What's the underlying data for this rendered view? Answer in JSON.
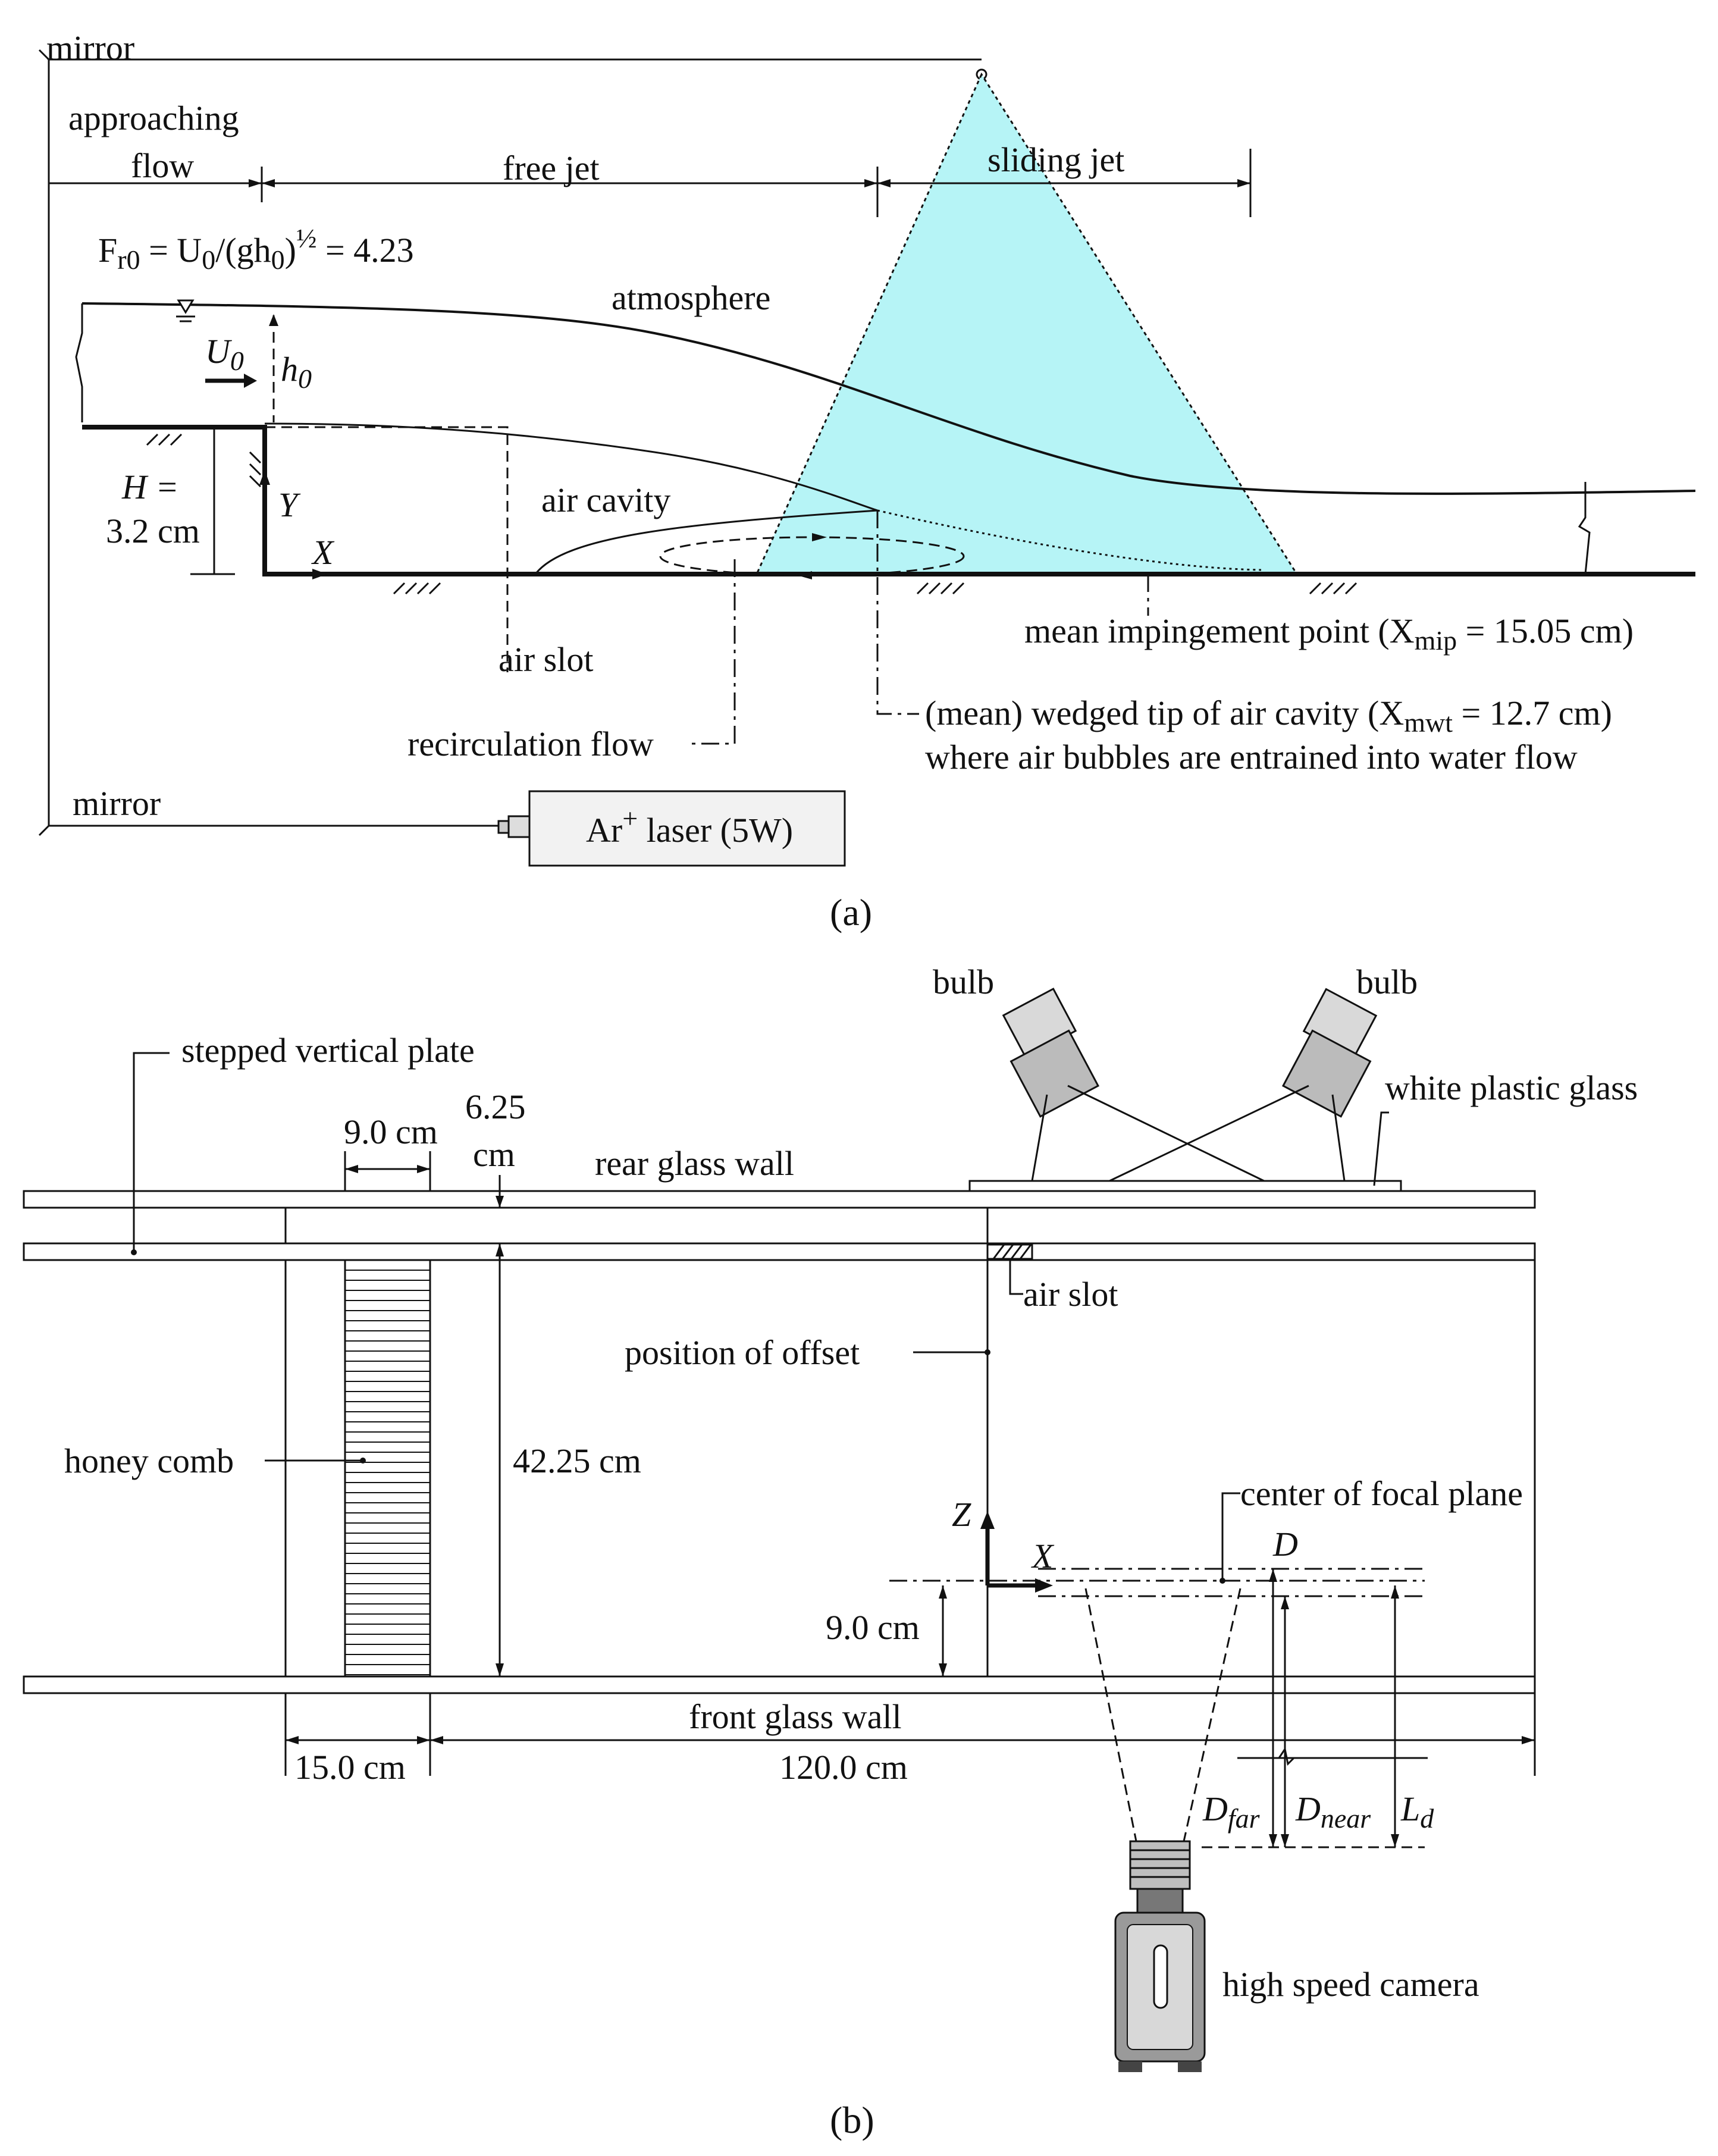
{
  "panel_a": {
    "caption": "(a)",
    "mirror_top": "mirror",
    "mirror_bottom": "mirror",
    "approaching_flow_1": "approaching",
    "approaching_flow_2": "flow",
    "free_jet": "free jet",
    "sliding_jet": "sliding jet",
    "froude": "F",
    "froude_sub": "r0",
    "froude_rest": " = U",
    "froude_u_sub": "0",
    "froude_frac": "/(gh",
    "froude_h_sub": "0",
    "froude_close": ")",
    "froude_exp": "½",
    "froude_value": " = 4.23",
    "atmosphere": "atmosphere",
    "u0": "U",
    "u0_sub": "0",
    "h0": "h",
    "h0_sub": "0",
    "H_label_1": "H =",
    "H_label_2": "3.2 cm",
    "Y_axis": "Y",
    "X_axis": "X",
    "air_cavity": "air cavity",
    "air_slot": "air slot",
    "recirculation": "recirculation flow",
    "impingement": "mean impingement point (X",
    "impingement_sub": "mip",
    "impingement_val": " = 15.05 cm)",
    "wedge_1": "(mean) wedged tip of air cavity (X",
    "wedge_sub": "mwt",
    "wedge_val": " = 12.7 cm)",
    "wedge_2": "where air bubbles are entrained into water flow",
    "laser": "Ar",
    "laser_sup": "+",
    "laser_rest": " laser (5W)",
    "colors": {
      "laser_sheet": "#b6f4f6"
    }
  },
  "panel_b": {
    "caption": "(b)",
    "bulb_left": "bulb",
    "bulb_right": "bulb",
    "stepped_plate": "stepped vertical plate",
    "white_glass": "white plastic glass",
    "dim_9cm_top": "9.0 cm",
    "dim_625_1": "6.25",
    "dim_625_2": "cm",
    "rear_wall": "rear glass wall",
    "air_slot": "air slot",
    "offset": "position of offset",
    "honeycomb": "honey comb",
    "dim_4225": "42.25 cm",
    "focal": "center of focal plane",
    "Z_axis": "Z",
    "X_axis": "X",
    "D": "D",
    "dim_9cm": "9.0 cm",
    "front_wall": "front glass wall",
    "dim_15": "15.0 cm",
    "dim_120": "120.0 cm",
    "d_far": "D",
    "d_far_sub": "far",
    "d_near": "D",
    "d_near_sub": "near",
    "l_d": "L",
    "l_d_sub": "d",
    "camera": "high speed camera"
  }
}
